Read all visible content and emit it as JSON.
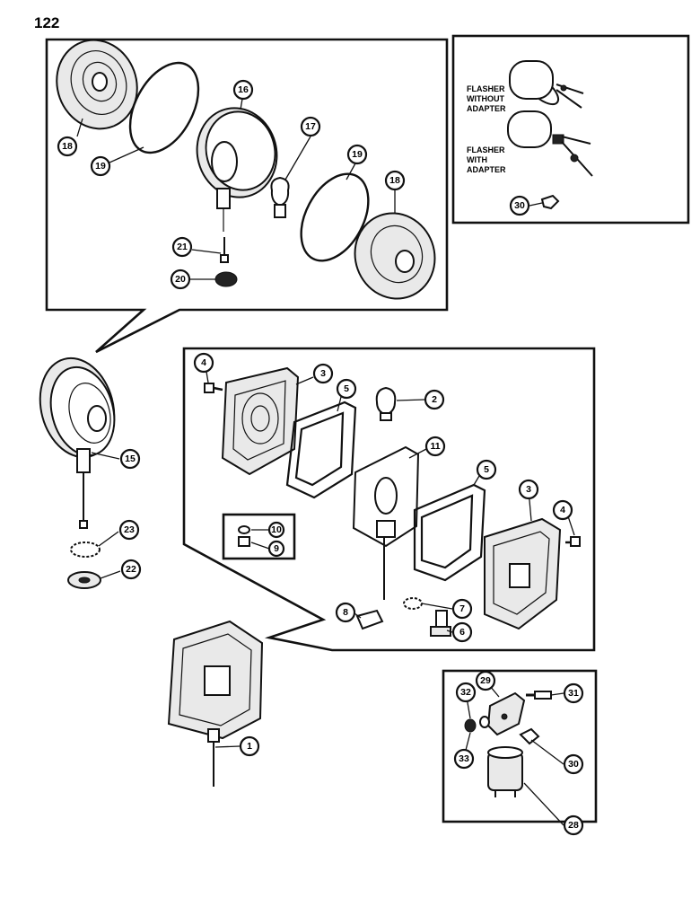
{
  "page_number": "122",
  "flasher_labels": {
    "without_adapter": [
      "FLASHER",
      "WITHOUT",
      "ADAPTER"
    ],
    "with_adapter": [
      "FLASHER",
      "WITH",
      "ADAPTER"
    ]
  },
  "callouts": {
    "c16": "16",
    "c17": "17",
    "c18a": "18",
    "c18b": "18",
    "c19a": "19",
    "c19b": "19",
    "c20": "20",
    "c21": "21",
    "c30a": "30",
    "c30b": "30",
    "c4a": "4",
    "c4b": "4",
    "c3a": "3",
    "c3b": "3",
    "c5a": "5",
    "c5b": "5",
    "c2": "2",
    "c11": "11",
    "c10": "10",
    "c9": "9",
    "c7": "7",
    "c8": "8",
    "c6": "6",
    "c15": "15",
    "c23": "23",
    "c22": "22",
    "c1": "1",
    "c29": "29",
    "c31": "31",
    "c32": "32",
    "c33": "33",
    "c28": "28"
  }
}
